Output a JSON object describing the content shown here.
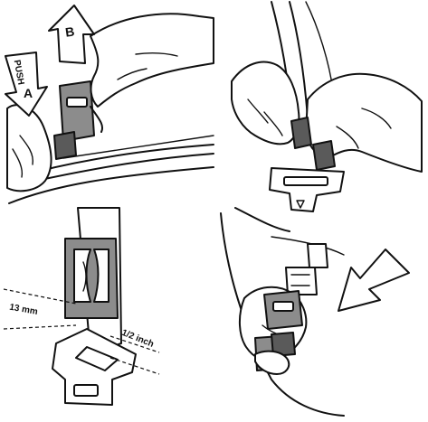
{
  "panels": {
    "top_left": {
      "arrow_b": {
        "letter": "B"
      },
      "arrow_a": {
        "word": "PUSH",
        "letter": "A"
      }
    },
    "top_right": {},
    "bottom_left": {
      "label_mm": "13 mm",
      "label_inch": "1/2 inch"
    },
    "bottom_right": {}
  },
  "colors": {
    "line": "#111111",
    "strap_gray": "#8c8c8c",
    "dark_gray": "#5a5a5a",
    "paper": "#ffffff"
  }
}
